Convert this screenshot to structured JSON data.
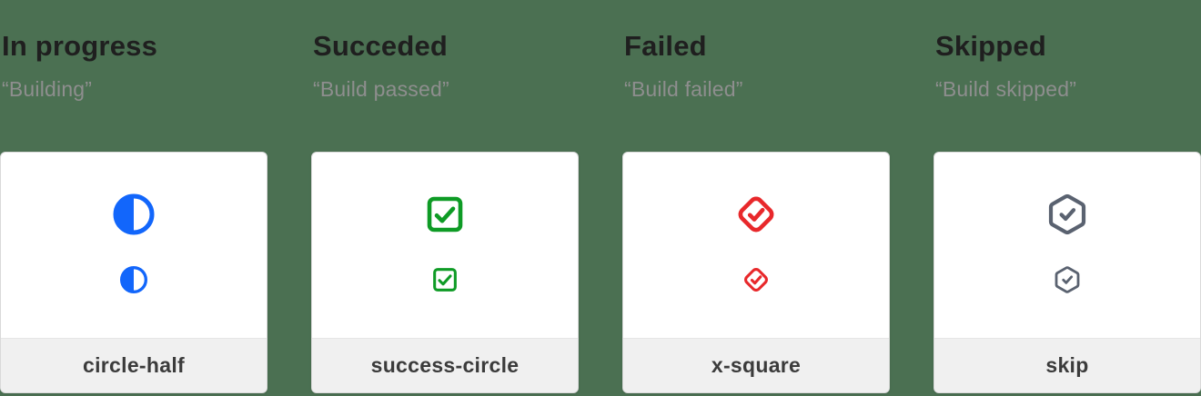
{
  "page": {
    "background_color": "#4b7052",
    "card_background": "#ffffff",
    "card_border_color": "#d9d9d9",
    "footer_background": "#f0f0f0",
    "title_color": "#1f1f1f",
    "quote_color": "#8e8e8e",
    "label_color": "#3b3b3b"
  },
  "columns": [
    {
      "title": "In progress",
      "quote": "“Building”",
      "icon": "circle-half-icon",
      "label": "circle-half",
      "color": "#1266fb"
    },
    {
      "title": "Succeded",
      "quote": "“Build passed”",
      "icon": "check-square-icon",
      "label": "success-circle",
      "color": "#0e9b25"
    },
    {
      "title": "Failed",
      "quote": "“Build failed”",
      "icon": "check-diamond-icon",
      "label": "x-square",
      "color": "#e8282b"
    },
    {
      "title": "Skipped",
      "quote": "“Build skipped”",
      "icon": "check-hexagon-icon",
      "label": "skip",
      "color": "#5a6270"
    }
  ]
}
